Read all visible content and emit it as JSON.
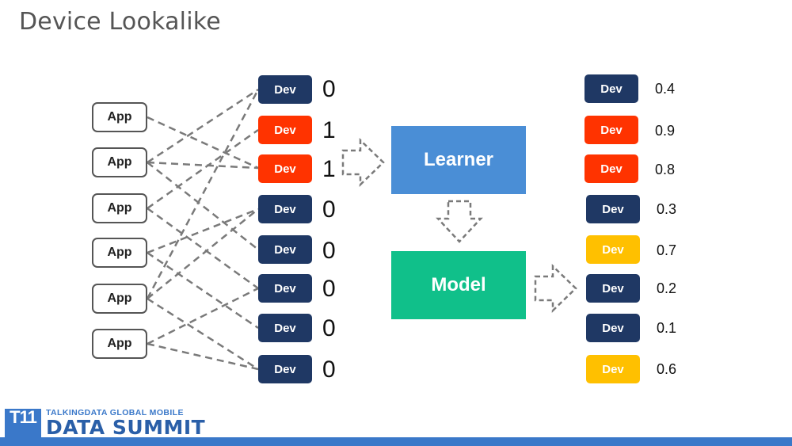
{
  "title": "Device Lookalike",
  "apps": [
    "App",
    "App",
    "App",
    "App",
    "App",
    "App"
  ],
  "devices": [
    {
      "text": "Dev",
      "color": "#1f3864",
      "label": "0"
    },
    {
      "text": "Dev",
      "color": "#ff3300",
      "label": "1"
    },
    {
      "text": "Dev",
      "color": "#ff3300",
      "label": "1"
    },
    {
      "text": "Dev",
      "color": "#1f3864",
      "label": "0"
    },
    {
      "text": "Dev",
      "color": "#1f3864",
      "label": "0"
    },
    {
      "text": "Dev",
      "color": "#1f3864",
      "label": "0"
    },
    {
      "text": "Dev",
      "color": "#1f3864",
      "label": "0"
    },
    {
      "text": "Dev",
      "color": "#1f3864",
      "label": "0"
    }
  ],
  "learner": "Learner",
  "model": "Model",
  "predictions": [
    {
      "text": "Dev",
      "color": "#1f3864",
      "score": "0.4"
    },
    {
      "text": "Dev",
      "color": "#ff3300",
      "score": "0.9"
    },
    {
      "text": "Dev",
      "color": "#ff3300",
      "score": "0.8"
    },
    {
      "text": "Dev",
      "color": "#1f3864",
      "score": "0.3"
    },
    {
      "text": "Dev",
      "color": "#ffc000",
      "score": "0.7"
    },
    {
      "text": "Dev",
      "color": "#1f3864",
      "score": "0.2"
    },
    {
      "text": "Dev",
      "color": "#1f3864",
      "score": "0.1"
    },
    {
      "text": "Dev",
      "color": "#ffc000",
      "score": "0.6"
    }
  ],
  "logo": {
    "mark": "T11",
    "line1": "TALKINGDATA GLOBAL MOBILE",
    "line2": "DATA SUMMIT"
  }
}
